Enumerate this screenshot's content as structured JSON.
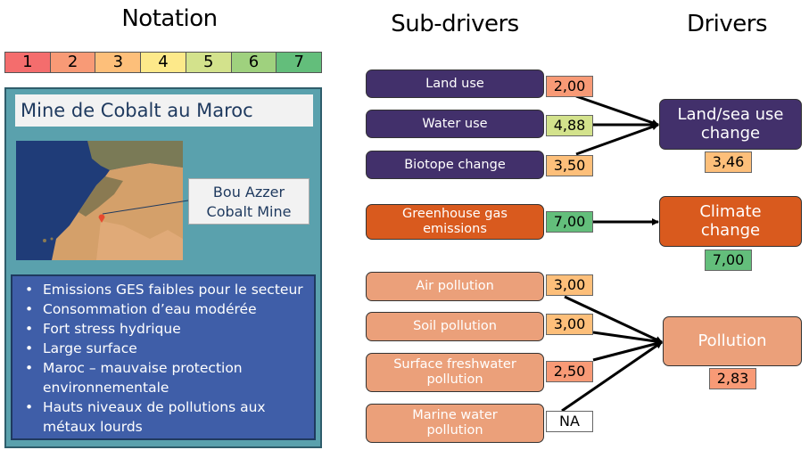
{
  "headers": {
    "notation": "Notation",
    "sub_drivers": "Sub-drivers",
    "drivers": "Drivers"
  },
  "colors": {
    "score_1": "#f46d6d",
    "score_2": "#f89a76",
    "score_3": "#fdbf7a",
    "score_4": "#fde98a",
    "score_5": "#d3e28c",
    "score_6": "#9fd17e",
    "score_7": "#63be7b",
    "land_use_node": "#42306b",
    "climate_node": "#d95a1e",
    "pollution_node": "#eba07a",
    "panel_bg": "#5aa1ad",
    "bullets_bg": "#3f5ea8"
  },
  "scale": [
    {
      "label": "1",
      "color": "#f46d6d"
    },
    {
      "label": "2",
      "color": "#f89a76"
    },
    {
      "label": "3",
      "color": "#fdbf7a"
    },
    {
      "label": "4",
      "color": "#fde98a"
    },
    {
      "label": "5",
      "color": "#d3e28c"
    },
    {
      "label": "6",
      "color": "#9fd17e"
    },
    {
      "label": "7",
      "color": "#63be7b"
    }
  ],
  "case": {
    "title": "Mine de Cobalt au Maroc",
    "callout_line1": "Bou Azzer",
    "callout_line2": "Cobalt Mine",
    "bullets": [
      "Emissions GES faibles pour le secteur",
      "Consommation d’eau modérée",
      "Fort stress hydrique",
      "Large surface",
      "Maroc – mauvaise protection environnementale",
      "Hauts niveaux de pollutions aux métaux lourds"
    ]
  },
  "sub_drivers": [
    {
      "label": "Land use",
      "score": "2,00",
      "score_color": "#f89a76",
      "group": "land"
    },
    {
      "label": "Water use",
      "score": "4,88",
      "score_color": "#d3e28c",
      "group": "land"
    },
    {
      "label": "Biotope change",
      "score": "3,50",
      "score_color": "#fdbf7a",
      "group": "land"
    },
    {
      "label": "Greenhouse gas emissions",
      "score": "7,00",
      "score_color": "#63be7b",
      "group": "climate"
    },
    {
      "label": "Air pollution",
      "score": "3,00",
      "score_color": "#fdbf7a",
      "group": "pollution"
    },
    {
      "label": "Soil pollution",
      "score": "3,00",
      "score_color": "#fdbf7a",
      "group": "pollution"
    },
    {
      "label": "Surface freshwater pollution",
      "score": "2,50",
      "score_color": "#f89a76",
      "group": "pollution"
    },
    {
      "label": "Marine water pollution",
      "score": "NA",
      "score_color": "#ffffff",
      "group": "pollution"
    }
  ],
  "drivers": [
    {
      "label": "Land/sea use change",
      "score": "3,46",
      "score_color": "#fdbf7a"
    },
    {
      "label": "Climate change",
      "score": "7,00",
      "score_color": "#63be7b"
    },
    {
      "label": "Pollution",
      "score": "2,83",
      "score_color": "#f89a76"
    }
  ]
}
